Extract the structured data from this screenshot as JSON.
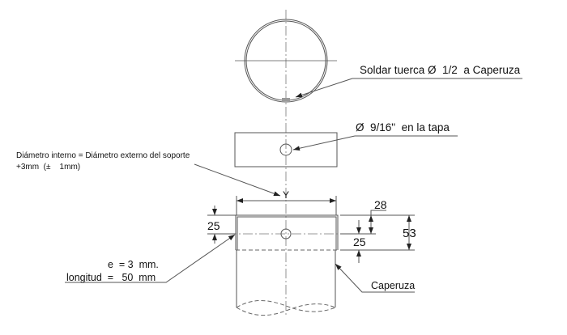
{
  "annotations": {
    "weld_note": "Soldar tuerca Ø  1/2  a Caperuza",
    "hole_note": "Ø  9/16\"  en la tapa",
    "diameter_note_line1": "Diámetro interno = Diámetro externo del soporte",
    "diameter_note_line2": "+3mm  (±    1mm)",
    "thickness_note": "e  = 3  mm.",
    "length_note": "longitud  =   50  mm",
    "cap_label": "Caperuza"
  },
  "dimensions": {
    "width_label": "Y",
    "left_offset": "25",
    "top_offset": "28",
    "bottom_offset": "25",
    "total_height": "53"
  }
}
